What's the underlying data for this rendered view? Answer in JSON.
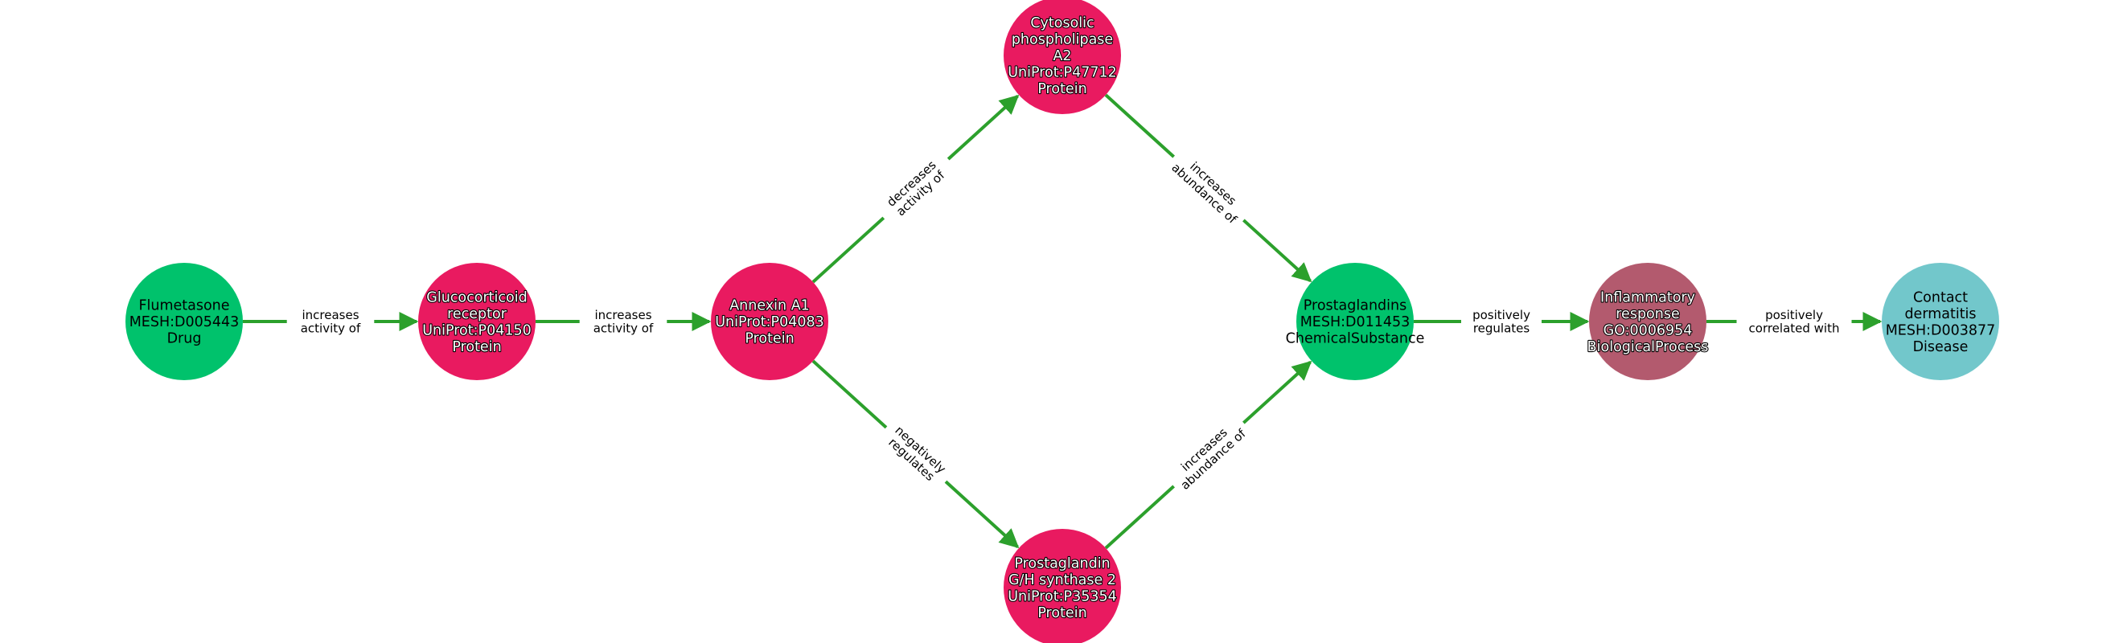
{
  "colors": {
    "edge": "#2ca02c",
    "drug": "#00c26c",
    "protein": "#e91a60",
    "chemical": "#00c26c",
    "process": "#b35a6e",
    "disease": "#72c7cb"
  },
  "nodes": [
    {
      "id": "flumetasone",
      "lines": [
        "Flumetasone",
        "MESH:D005443",
        "Drug"
      ],
      "color": "#00c26c",
      "text_color": "#000000",
      "halo": false
    },
    {
      "id": "glucocorticoid-receptor",
      "lines": [
        "Glucocorticoid",
        "receptor",
        "UniProt:P04150",
        "Protein"
      ],
      "color": "#e91a60",
      "text_color": "#ffffff",
      "halo": true
    },
    {
      "id": "annexin-a1",
      "lines": [
        "Annexin A1",
        "UniProt:P04083",
        "Protein"
      ],
      "color": "#e91a60",
      "text_color": "#ffffff",
      "halo": true
    },
    {
      "id": "cytosolic-phospholipase-a2",
      "lines": [
        "Cytosolic",
        "phospholipase",
        "A2",
        "UniProt:P47712",
        "Protein"
      ],
      "color": "#e91a60",
      "text_color": "#ffffff",
      "halo": true
    },
    {
      "id": "prostaglandin-gh-synthase-2",
      "lines": [
        "Prostaglandin",
        "G/H synthase 2",
        "UniProt:P35354",
        "Protein"
      ],
      "color": "#e91a60",
      "text_color": "#ffffff",
      "halo": true
    },
    {
      "id": "prostaglandins",
      "lines": [
        "Prostaglandins",
        "MESH:D011453",
        "ChemicalSubstance"
      ],
      "color": "#00c26c",
      "text_color": "#000000",
      "halo": false
    },
    {
      "id": "inflammatory-response",
      "lines": [
        "Inflammatory",
        "response",
        "GO:0006954",
        "BiologicalProcess"
      ],
      "color": "#b35a6e",
      "text_color": "#ffffff",
      "halo": true
    },
    {
      "id": "contact-dermatitis",
      "lines": [
        "Contact",
        "dermatitis",
        "MESH:D003877",
        "Disease"
      ],
      "color": "#72c7cb",
      "text_color": "#000000",
      "halo": false
    }
  ],
  "edges": [
    {
      "source": "flumetasone",
      "target": "glucocorticoid-receptor",
      "lines": [
        "increases",
        "activity of"
      ]
    },
    {
      "source": "glucocorticoid-receptor",
      "target": "annexin-a1",
      "lines": [
        "increases",
        "activity of"
      ]
    },
    {
      "source": "annexin-a1",
      "target": "cytosolic-phospholipase-a2",
      "lines": [
        "decreases",
        "activity of"
      ]
    },
    {
      "source": "annexin-a1",
      "target": "prostaglandin-gh-synthase-2",
      "lines": [
        "negatively",
        "regulates"
      ]
    },
    {
      "source": "cytosolic-phospholipase-a2",
      "target": "prostaglandins",
      "lines": [
        "increases",
        "abundance of"
      ]
    },
    {
      "source": "prostaglandin-gh-synthase-2",
      "target": "prostaglandins",
      "lines": [
        "increases",
        "abundance of"
      ]
    },
    {
      "source": "prostaglandins",
      "target": "inflammatory-response",
      "lines": [
        "positively",
        "regulates"
      ]
    },
    {
      "source": "inflammatory-response",
      "target": "contact-dermatitis",
      "lines": [
        "positively",
        "correlated with"
      ]
    }
  ]
}
